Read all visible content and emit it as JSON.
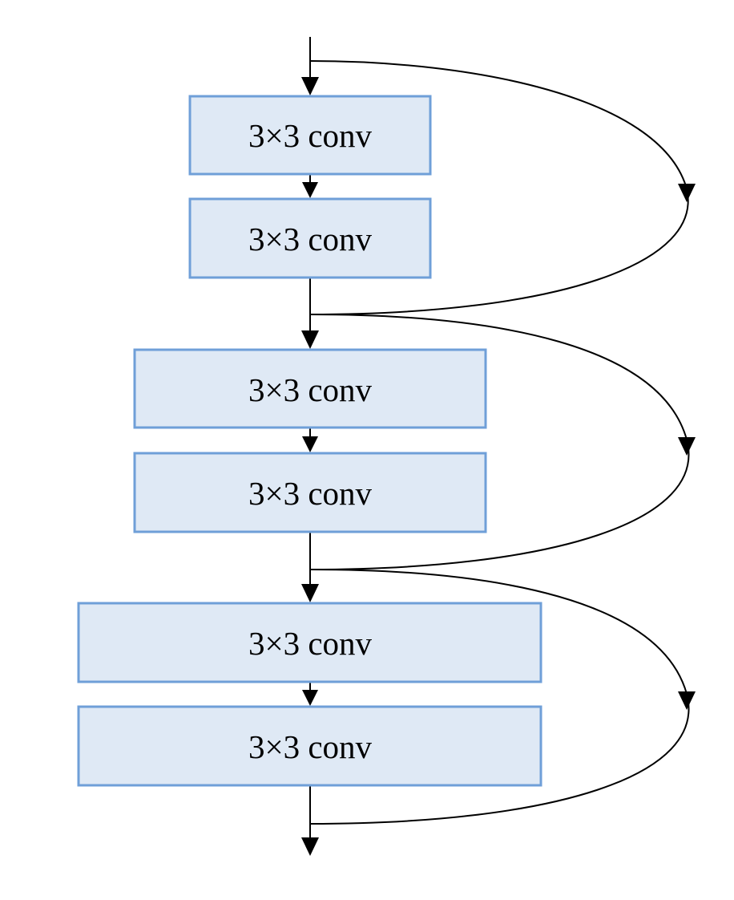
{
  "diagram": {
    "blocks": [
      {
        "layers": [
          {
            "label": "3×3 conv"
          },
          {
            "label": "3×3 conv"
          }
        ]
      },
      {
        "layers": [
          {
            "label": "3×3 conv"
          },
          {
            "label": "3×3 conv"
          }
        ]
      },
      {
        "layers": [
          {
            "label": "3×3 conv"
          },
          {
            "label": "3×3 conv"
          }
        ]
      }
    ],
    "colors": {
      "box_fill": "#dfe9f5",
      "box_border": "#6f9fd8",
      "line": "#000000"
    }
  }
}
